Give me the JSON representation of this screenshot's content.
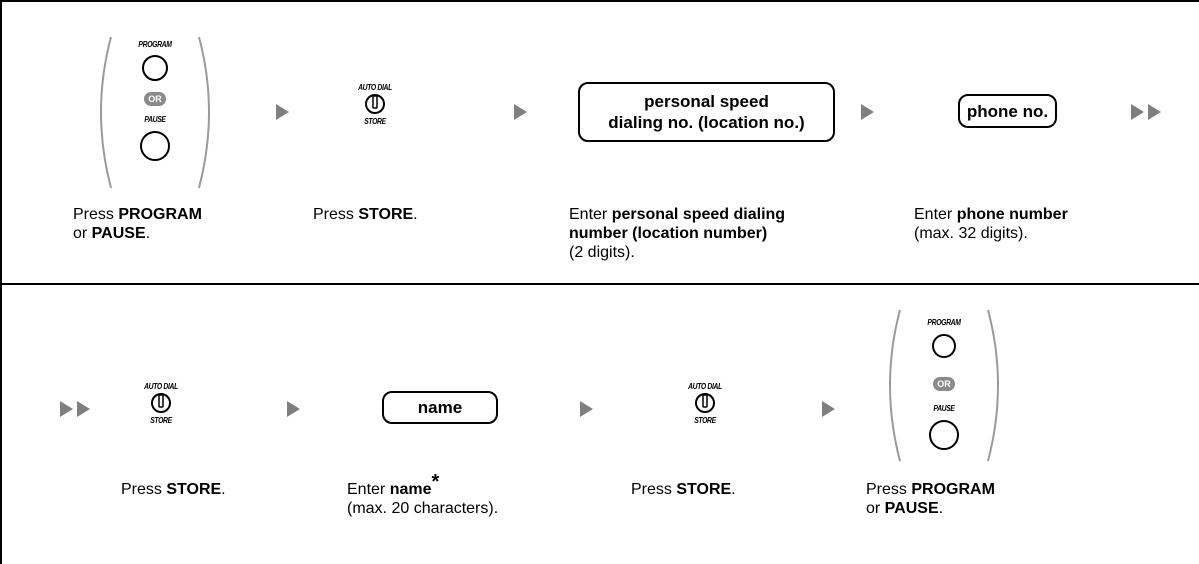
{
  "labels": {
    "program": "PROGRAM",
    "pause": "PAUSE",
    "or": "OR",
    "auto_dial": "AUTO DIAL",
    "store": "STORE"
  },
  "boxes": {
    "speed_line1": "personal speed",
    "speed_line2": "dialing no. (location no.)",
    "phone": "phone no.",
    "name": "name"
  },
  "captions": {
    "step1_a": "Press ",
    "step1_b": "PROGRAM",
    "step1_c": "or ",
    "step1_d": "PAUSE",
    "step1_e": ".",
    "step2_a": "Press ",
    "step2_b": "STORE",
    "step2_c": ".",
    "step3_a": "Enter ",
    "step3_b": "personal speed dialing",
    "step3_c": "number (location number)",
    "step3_d": "(2 digits).",
    "step4_a": "Enter ",
    "step4_b": "phone number",
    "step4_c": "(max. 32 digits).",
    "step5_a": "Press ",
    "step5_b": "STORE",
    "step5_c": ".",
    "step6_a": "Enter ",
    "step6_b": "name",
    "step6_star": "*",
    "step6_c": "(max. 20 characters).",
    "step7_a": "Press ",
    "step7_b": "STORE",
    "step7_c": ".",
    "step8_a": "Press ",
    "step8_b": "PROGRAM",
    "step8_c": "or ",
    "step8_d": "PAUSE",
    "step8_e": "."
  },
  "colors": {
    "arrow": "#7f7f7f",
    "or_badge": "#8a8a8a",
    "border": "#000000"
  }
}
